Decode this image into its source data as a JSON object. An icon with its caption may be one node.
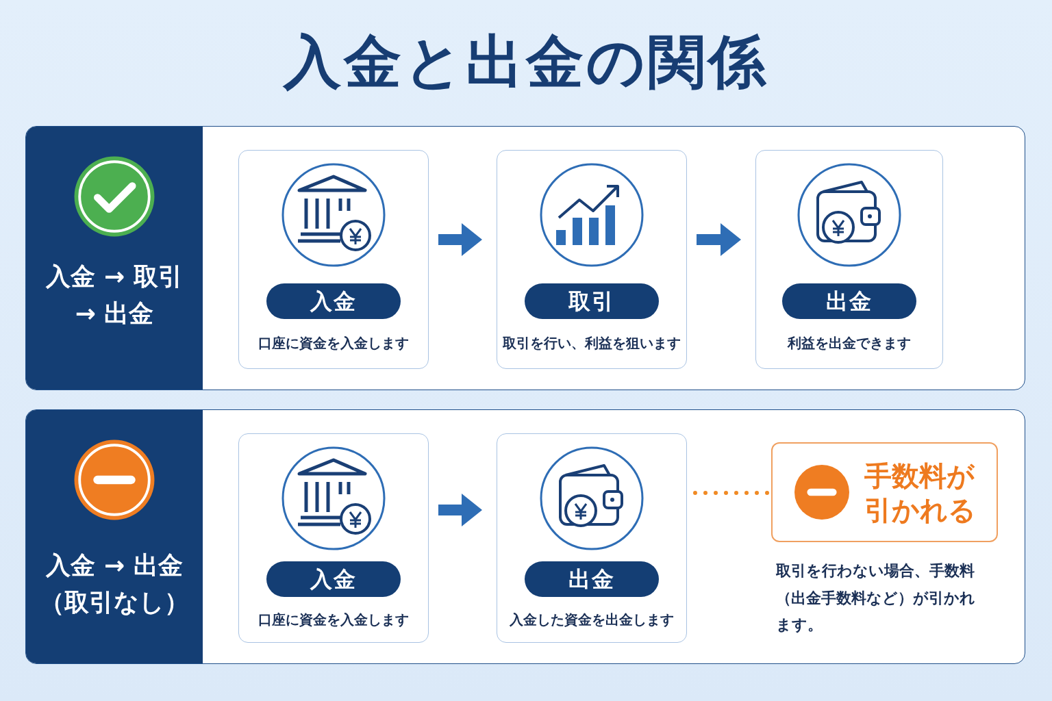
{
  "diagram": {
    "title": "入金と出金の関係",
    "nodes": [
      {
        "text": [
          "入金 → 取引 → 出金"
        ]
      },
      {
        "text": [
          "入金",
          "口座に資金を入金します"
        ],
        "in": 0
      },
      {
        "text": [
          "取引",
          "取引を行い、利益を狙います"
        ],
        "in": 0
      },
      {
        "text": [
          "出金",
          "利益を出金できます"
        ],
        "in": 0
      },
      {
        "text": [
          "入金 → 出金",
          "（取引なし）"
        ]
      },
      {
        "text": [
          "入金",
          "口座に資金を入金します"
        ],
        "in": 4
      },
      {
        "text": [
          "出金",
          "入金した資金を出金します"
        ],
        "in": 4
      },
      {
        "text": [
          "手数料が引かれる"
        ],
        "in": 4,
        "beside": [
          "取引を行わない場合、手数料（出金手数料など）が引かれます。"
        ]
      }
    ],
    "edges": [
      {
        "from": 1,
        "to": 2,
        "arrow": "to"
      },
      {
        "from": 2,
        "to": 3,
        "arrow": "to"
      },
      {
        "from": 5,
        "to": 6,
        "arrow": "to"
      },
      {
        "from": 6,
        "to": 7,
        "arrow": "none",
        "style": "dashed",
        "color": "#f08a24"
      }
    ]
  }
}
